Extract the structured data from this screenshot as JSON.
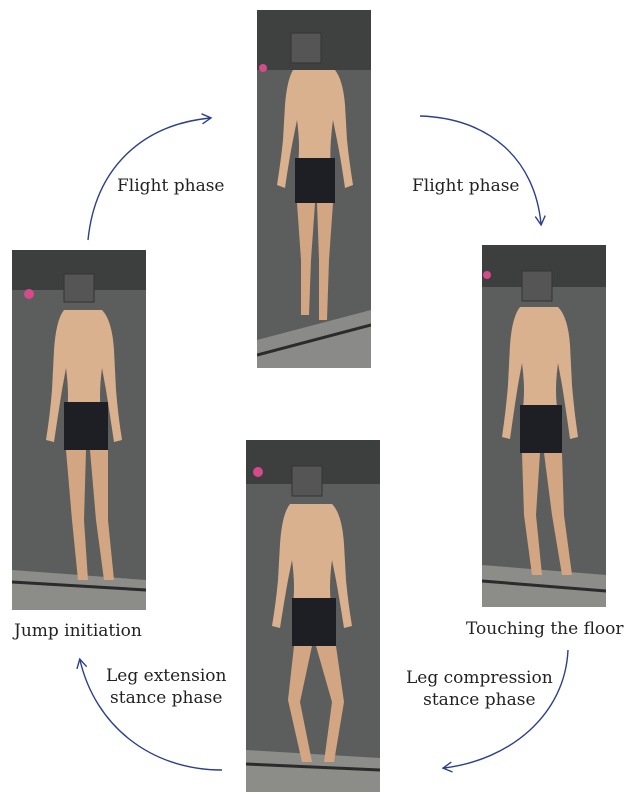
{
  "labels": {
    "flight_left": "Flight phase",
    "flight_right": "Flight phase",
    "jump_initiation": "Jump initiation",
    "touching_floor": "Touching the floor",
    "leg_extension_line1": "Leg extension",
    "leg_extension_line2": "stance phase",
    "leg_compression_line1": "Leg compression",
    "leg_compression_line2": "stance phase"
  },
  "colors": {
    "arrow": "#2b3f8f",
    "background": "#ffffff",
    "label_text": "#222222"
  }
}
